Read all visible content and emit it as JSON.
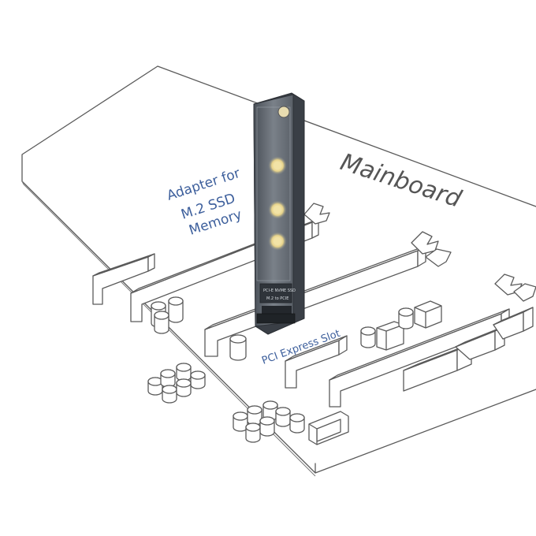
{
  "labels": {
    "mainboard": "Mainboard",
    "adapter_line1": "Adapter for",
    "adapter_line2": "M.2 SSD",
    "adapter_line3": "Memory",
    "slot": "PCI Express Slot",
    "card_text_1": "PCI-E NVME SSD",
    "card_text_2": "M.2 to PCIE"
  },
  "colors": {
    "outline": "#5a5a5a",
    "label_blue": "#3d5f9c",
    "mainboard_text": "#555555",
    "card_body": "#6d747c",
    "card_dark": "#3c4148",
    "screw_glow": "#f4e7b4"
  }
}
